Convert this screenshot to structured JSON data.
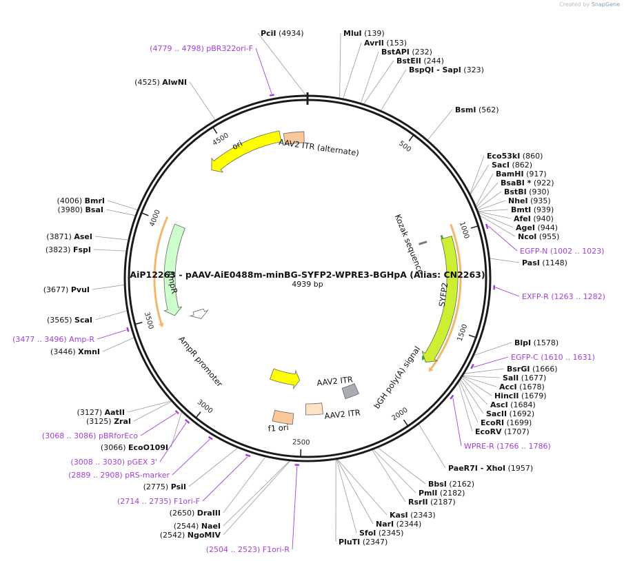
{
  "credit": {
    "prefix": "Created by",
    "brand": "SnapGene"
  },
  "colors": {
    "backbone": "#1a1a1a",
    "feature_yellow": "#ffff00",
    "feature_green": "#ccffcc",
    "feature_lime": "#ccee33",
    "orange_itr": "#fcc89a",
    "peach_itr": "#fde3c6",
    "gray_polyA": "#a9adb3",
    "primer": "#a23fdc",
    "orf_orange": "#f0b86a",
    "orf_green": "#38a838",
    "enzyme_line": "#9a9a9a"
  },
  "plasmid": {
    "title": "AiP12263 - pAAV-AiE0488m-minBG-SYFP2-WPRE3-BGHpA (Alias: CN2263)",
    "size_label": "4939 bp",
    "total_bp": 4939
  },
  "ticks": [
    {
      "bp": 500,
      "label": "500"
    },
    {
      "bp": 1000,
      "label": "1000"
    },
    {
      "bp": 1500,
      "label": "1500"
    },
    {
      "bp": 2000,
      "label": "2000"
    },
    {
      "bp": 2500,
      "label": "2500"
    },
    {
      "bp": 3000,
      "label": "3000"
    },
    {
      "bp": 3500,
      "label": "3500"
    },
    {
      "bp": 4000,
      "label": "4000"
    },
    {
      "bp": 4500,
      "label": "4500"
    }
  ],
  "features": [
    {
      "name": "ori",
      "start": 4370,
      "end": 4790,
      "strand": -1,
      "color": "#ffff00",
      "kind": "arrow"
    },
    {
      "name": "AAV2 ITR (alternate)",
      "start": 4810,
      "end": 4920,
      "strand": 0,
      "color": "#fcc89a",
      "kind": "box"
    },
    {
      "name": "AmpR",
      "start": 3490,
      "end": 4010,
      "strand": -1,
      "color": "#ccffcc",
      "kind": "arrow"
    },
    {
      "name": "AmpR promoter",
      "start": 3420,
      "end": 3480,
      "strand": -1,
      "color": "#ffffff",
      "kind": "arrow"
    },
    {
      "name": "f1 ori",
      "start": 2530,
      "end": 2750,
      "strand": -1,
      "color": "#ffff00",
      "kind": "arrow"
    },
    {
      "name": "AAV2 ITR",
      "start": 2550,
      "end": 2660,
      "strand": 0,
      "color": "#fcc89a",
      "kind": "box"
    },
    {
      "name": "AAV2 ITR",
      "start": 2380,
      "end": 2480,
      "strand": 0,
      "color": "#fde3c6",
      "kind": "box"
    },
    {
      "name": "bGH poly(A) signal",
      "start": 2140,
      "end": 2230,
      "strand": 0,
      "color": "#a9adb3",
      "kind": "box"
    },
    {
      "name": "SYFP2",
      "start": 1010,
      "end": 1720,
      "strand": 1,
      "color": "#ccee33",
      "kind": "arrow"
    },
    {
      "name": "Kozak sequence",
      "start": 1000,
      "end": 1012,
      "strand": 0,
      "color": "#a9adb3",
      "kind": "mark"
    }
  ],
  "orfs": [
    {
      "start": 950,
      "end": 1730,
      "strand": 1,
      "color": "#f0b86a",
      "r_off": 40
    },
    {
      "start": 990,
      "end": 1700,
      "strand": 1,
      "color": "#38a838",
      "r_off": 58
    },
    {
      "start": 3470,
      "end": 4030,
      "strand": -1,
      "color": "#f0b86a",
      "r_off": 40
    }
  ],
  "enzymes": [
    {
      "pos": "(4934)",
      "name": "PciI",
      "bp": 4934
    },
    {
      "pos": "(139)",
      "name": "MluI",
      "bp": 139
    },
    {
      "pos": "(153)",
      "name": "AvrII",
      "bp": 153
    },
    {
      "pos": "(232)",
      "name": "BstAPI",
      "bp": 232
    },
    {
      "pos": "(244)",
      "name": "BstEII",
      "bp": 244
    },
    {
      "pos": "(323)",
      "name": "BspQI",
      "extra": " - SapI",
      "bp": 323
    },
    {
      "pos": "(562)",
      "name": "BsmI",
      "bp": 562
    },
    {
      "pos": "(860)",
      "name": "Eco53kI",
      "bp": 860
    },
    {
      "pos": "(862)",
      "name": "SacI",
      "bp": 862
    },
    {
      "pos": "(917)",
      "name": "BamHI",
      "bp": 917
    },
    {
      "pos": "(922)",
      "name": "BsaBI *",
      "bp": 922
    },
    {
      "pos": "(930)",
      "name": "BstBI",
      "bp": 930
    },
    {
      "pos": "(935)",
      "name": "NheI",
      "bp": 935
    },
    {
      "pos": "(939)",
      "name": "BmtI",
      "bp": 939
    },
    {
      "pos": "(940)",
      "name": "AfeI",
      "bp": 940
    },
    {
      "pos": "(944)",
      "name": "AgeI",
      "bp": 944
    },
    {
      "pos": "(955)",
      "name": "NcoI",
      "bp": 955
    },
    {
      "pos": "(1148)",
      "name": "PasI",
      "bp": 1148
    },
    {
      "pos": "(1578)",
      "name": "BlpI",
      "bp": 1578
    },
    {
      "pos": "(1666)",
      "name": "BsrGI",
      "bp": 1666
    },
    {
      "pos": "(1677)",
      "name": "SalI",
      "bp": 1677
    },
    {
      "pos": "(1678)",
      "name": "AccI",
      "bp": 1678
    },
    {
      "pos": "(1679)",
      "name": "HincII",
      "bp": 1679
    },
    {
      "pos": "(1684)",
      "name": "AscI",
      "bp": 1684
    },
    {
      "pos": "(1692)",
      "name": "SacII",
      "bp": 1692
    },
    {
      "pos": "(1699)",
      "name": "EcoRI",
      "bp": 1699
    },
    {
      "pos": "(1707)",
      "name": "EcoRV",
      "bp": 1707
    },
    {
      "pos": "(1957)",
      "name": "PaeR7I",
      "extra": " - XhoI",
      "bp": 1957
    },
    {
      "pos": "(2162)",
      "name": "BbsI",
      "bp": 2162
    },
    {
      "pos": "(2182)",
      "name": "PmlI",
      "bp": 2182
    },
    {
      "pos": "(2187)",
      "name": "RsrII",
      "bp": 2187
    },
    {
      "pos": "(2343)",
      "name": "KasI",
      "bp": 2343
    },
    {
      "pos": "(2344)",
      "name": "NarI",
      "bp": 2344
    },
    {
      "pos": "(2345)",
      "name": "SfoI",
      "bp": 2345
    },
    {
      "pos": "(2347)",
      "name": "PluTI",
      "bp": 2347
    },
    {
      "pos": "(2542)",
      "name": "NgoMIV",
      "bp": 2542
    },
    {
      "pos": "(2544)",
      "name": "NaeI",
      "bp": 2544
    },
    {
      "pos": "(2650)",
      "name": "DraIII",
      "bp": 2650
    },
    {
      "pos": "(2775)",
      "name": "PsiI",
      "bp": 2775
    },
    {
      "pos": "(3066)",
      "name": "EcoO109I",
      "bp": 3066
    },
    {
      "pos": "(3125)",
      "name": "ZraI",
      "bp": 3125
    },
    {
      "pos": "(3127)",
      "name": "AatII",
      "bp": 3127
    },
    {
      "pos": "(3446)",
      "name": "XmnI",
      "bp": 3446
    },
    {
      "pos": "(3565)",
      "name": "ScaI",
      "bp": 3565
    },
    {
      "pos": "(3677)",
      "name": "PvuI",
      "bp": 3677
    },
    {
      "pos": "(3823)",
      "name": "FspI",
      "bp": 3823
    },
    {
      "pos": "(3871)",
      "name": "AseI",
      "bp": 3871
    },
    {
      "pos": "(3980)",
      "name": "BsaI",
      "bp": 3980
    },
    {
      "pos": "(4006)",
      "name": "BmrI",
      "bp": 4006
    },
    {
      "pos": "(4525)",
      "name": "AlwNI",
      "bp": 4525
    }
  ],
  "primers": [
    {
      "label": "(4779 .. 4798)  pBR322ori-F",
      "start": 4779,
      "end": 4798
    },
    {
      "label": "EGFP-N    (1002 .. 1023)",
      "start": 1002,
      "end": 1023
    },
    {
      "label": "EXFP-R    (1263 .. 1282)",
      "start": 1263,
      "end": 1282
    },
    {
      "label": "EGFP-C    (1610 .. 1631)",
      "start": 1610,
      "end": 1631
    },
    {
      "label": "WPRE-R    (1766 .. 1786)",
      "start": 1766,
      "end": 1786
    },
    {
      "label": "(2504 .. 2523)  F1ori-R",
      "start": 2504,
      "end": 2523
    },
    {
      "label": "(2714 .. 2735)  F1ori-F",
      "start": 2714,
      "end": 2735
    },
    {
      "label": "(2889 .. 2908)  pRS-marker",
      "start": 2889,
      "end": 2908
    },
    {
      "label": "(3008 .. 3030)  pGEX 3'",
      "start": 3008,
      "end": 3030
    },
    {
      "label": "(3068 .. 3086)  pBRforEco",
      "start": 3068,
      "end": 3086
    },
    {
      "label": "(3477 .. 3496)  Amp-R",
      "start": 3477,
      "end": 3496
    }
  ]
}
